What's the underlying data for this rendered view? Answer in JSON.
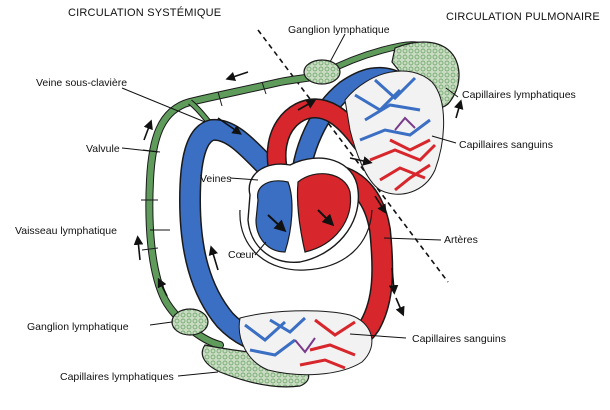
{
  "headers": {
    "systemic": "CIRCULATION SYSTÉMIQUE",
    "pulmonary": "CIRCULATION PULMONAIRE"
  },
  "labels": {
    "ganglion_top": "Ganglion lymphatique",
    "veine_sous_claviere": "Veine sous-clavière",
    "valvule": "Valvule",
    "veines": "Veines",
    "vaisseau_lymphatique": "Vaisseau lymphatique",
    "coeur": "Cœur",
    "ganglion_bottom": "Ganglion lymphatique",
    "capillaires_lymph_bottom": "Capillaires lymphatiques",
    "capillaires_lymph_right": "Capillaires lymphatiques",
    "capillaires_sanguins_right": "Capillaires sanguins",
    "arteres": "Artères",
    "capillaires_sanguins_bottom": "Capillaires sanguins"
  },
  "colors": {
    "vein_blue": "#3b6fc4",
    "artery_red": "#d7262c",
    "lymph_green": "#5f9c5c",
    "lymph_light": "#c9dcc2",
    "outline": "#1a1a1a"
  }
}
